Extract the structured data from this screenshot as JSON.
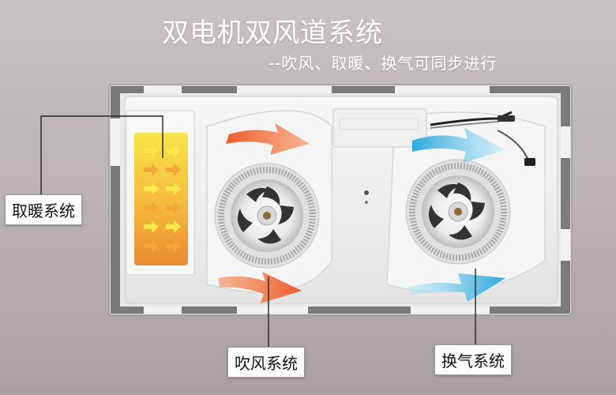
{
  "title": "双电机双风道系统",
  "subtitle": "--吹风、取暖、换气可同步进行",
  "labels": {
    "heating": "取暖系统",
    "blowing": "吹风系统",
    "ventilation": "换气系统"
  },
  "colors": {
    "heating_arrow": "#f26a3a",
    "vent_arrow": "#3bb9e8",
    "panel": "#f2f2f2",
    "frame": "#6f6f6f",
    "heater_yellow": "#f6d83a",
    "heater_orange": "#f29a3a"
  },
  "icons": [
    "fan-icon",
    "arrow-icon",
    "cable-icon"
  ]
}
